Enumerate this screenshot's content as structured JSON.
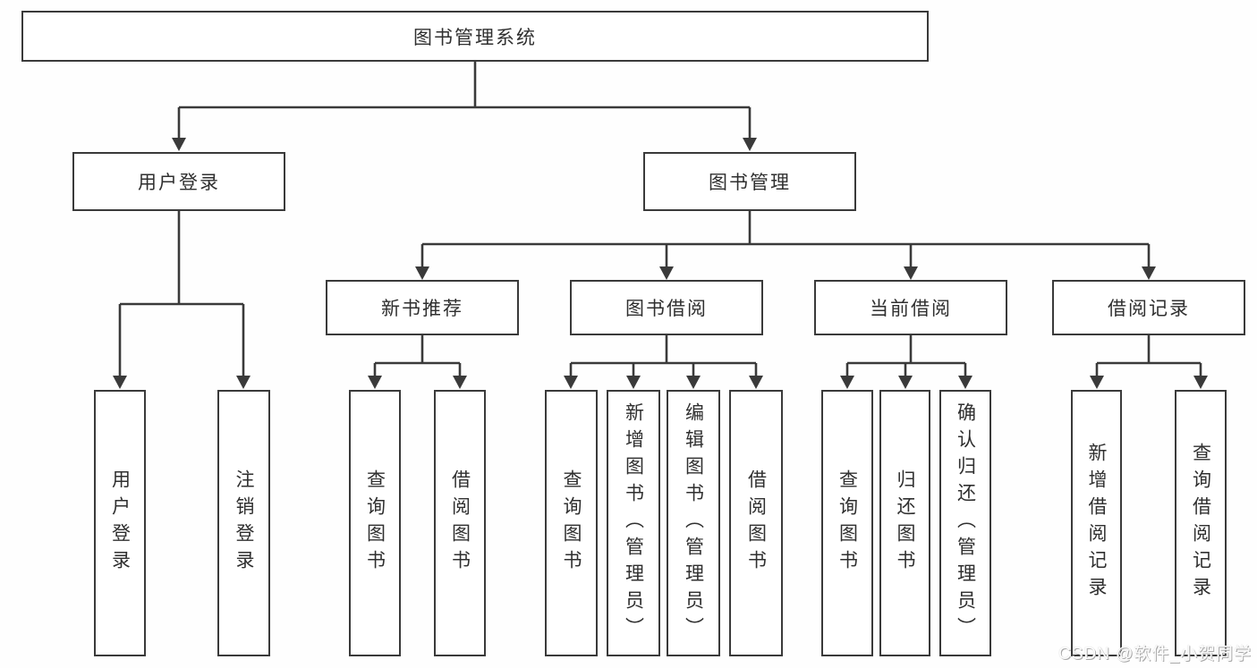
{
  "diagram": {
    "root": {
      "label": "图书管理系统"
    },
    "level2": [
      {
        "label": "用户登录"
      },
      {
        "label": "图书管理"
      }
    ],
    "level3": [
      {
        "label": "新书推荐"
      },
      {
        "label": "图书借阅"
      },
      {
        "label": "当前借阅"
      },
      {
        "label": "借阅记录"
      }
    ],
    "leaves": {
      "user_login": [
        {
          "label": "用户登录"
        },
        {
          "label": "注销登录"
        }
      ],
      "new_book_recommend": [
        {
          "label": "查询图书"
        },
        {
          "label": "借阅图书"
        }
      ],
      "book_borrow": [
        {
          "label": "查询图书"
        },
        {
          "label": "新增图书（管理员）"
        },
        {
          "label": "编辑图书（管理员）"
        },
        {
          "label": "借阅图书"
        }
      ],
      "current_borrow": [
        {
          "label": "查询图书"
        },
        {
          "label": "归还图书"
        },
        {
          "label": "确认归还（管理员）"
        }
      ],
      "borrow_records": [
        {
          "label": "新增借阅记录"
        },
        {
          "label": "查询借阅记录"
        }
      ]
    }
  },
  "watermark": "CSDN @软件_小贺同学",
  "colors": {
    "line": "#3a3a3a",
    "box_border": "#3a3a3a",
    "text": "#2f2f2f",
    "background": "#ffffff",
    "watermark_text": "#fdfdfd"
  }
}
